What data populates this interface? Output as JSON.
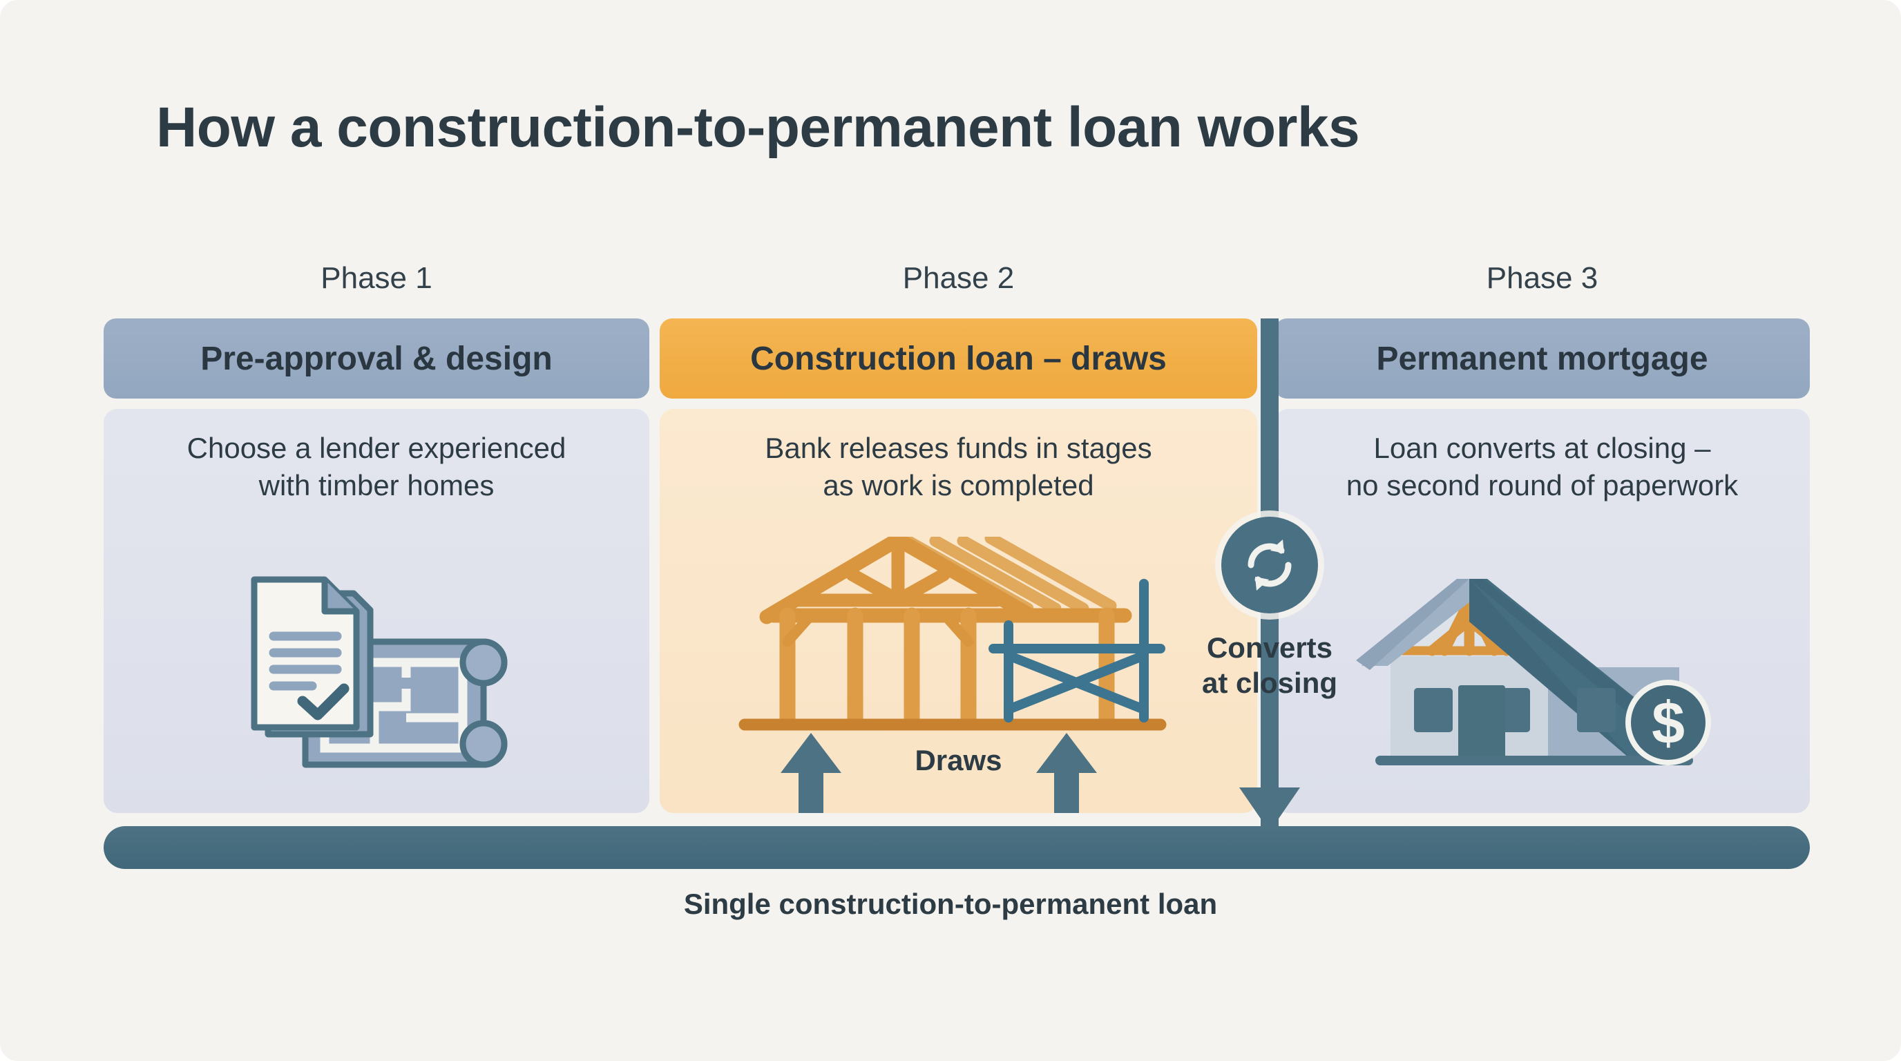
{
  "title": "How a construction-to-permanent loan works",
  "colors": {
    "background": "#f4f3ef",
    "title_text": "#2d3b44",
    "phase_header_blue": "#97aac2",
    "phase_header_orange": "#f2b04a",
    "phase_body_blue": "#e0e3ed",
    "phase_body_orange": "#faE6CA",
    "teal_accent": "#4c7284",
    "timber_orange": "#d9903c",
    "scaffold_blue": "#3d7590"
  },
  "phases": [
    {
      "label": "Phase 1",
      "header": "Pre-approval & design",
      "description_lines": [
        "Choose a lender experienced",
        "with timber homes"
      ],
      "icon": "document-blueprint-icon",
      "accent": "blue"
    },
    {
      "label": "Phase 2",
      "header": "Construction loan – draws",
      "description_lines": [
        "Bank releases funds in stages",
        "as work is completed"
      ],
      "icon": "timber-frame-scaffold-icon",
      "accent": "orange"
    },
    {
      "label": "Phase 3",
      "header": "Permanent mortgage",
      "description_lines": [
        "Loan converts at closing –",
        "no second round of paperwork"
      ],
      "icon": "finished-house-dollar-icon",
      "accent": "blue"
    }
  ],
  "draws": {
    "label": "Draws",
    "arrow_icon": "arrow-up-icon",
    "arrow_count": 2
  },
  "converts": {
    "lines": [
      "Converts",
      "at closing"
    ],
    "badge_icon": "refresh-sync-icon",
    "arrow_icon": "arrow-down-icon"
  },
  "bottom_bar": {
    "caption": "Single construction-to-permanent loan"
  }
}
